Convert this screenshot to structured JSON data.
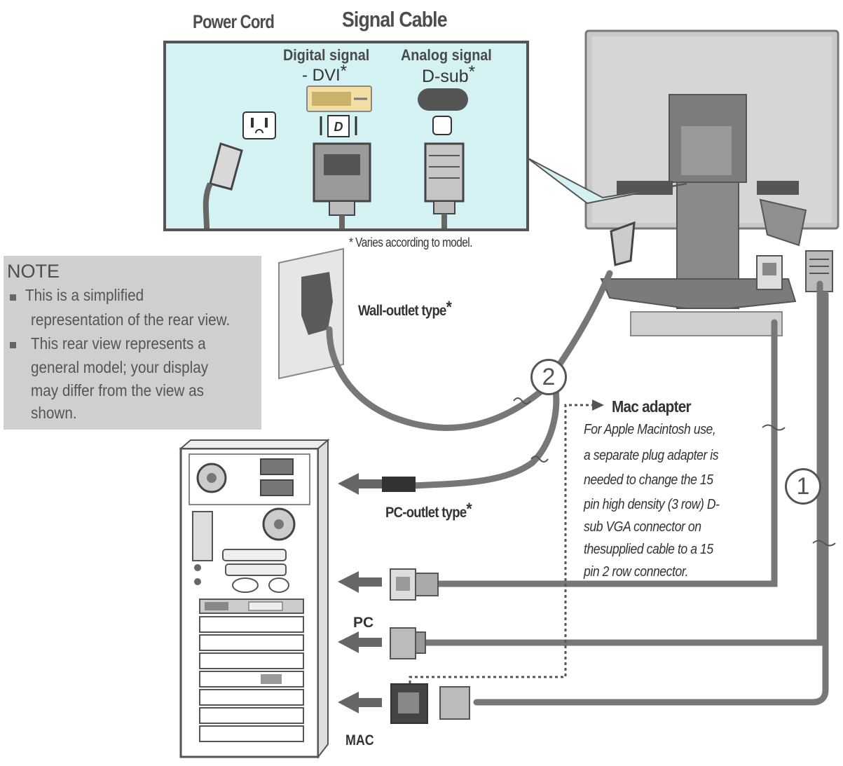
{
  "headings": {
    "power_cord": "Power Cord",
    "signal_cable": "Signal Cable"
  },
  "connectors": {
    "digital_line1": "Digital signal",
    "digital_line2": "- DVI",
    "analog_line1": "Analog signal",
    "analog_line2": "D-sub",
    "asterisk": "*"
  },
  "footnote": "* Varies according to model.",
  "note": {
    "title": "NOTE",
    "line1": "This is a simplified",
    "line2": "representation of the rear view.",
    "line3": "This rear view represents a",
    "line4": "general model; your display",
    "line5": "may differ from the view as",
    "line6": "shown."
  },
  "labels": {
    "wall_outlet": "Wall-outlet type",
    "pc_outlet": "PC-outlet type",
    "pc": "PC",
    "mac": "MAC"
  },
  "mac_adapter": {
    "title": "Mac adapter",
    "lines": [
      "For Apple Macintosh use,",
      "a separate plug adapter is",
      "needed to change the 15",
      "pin high density (3 row) D-",
      "sub VGA connector on",
      "thesupplied cable to a 15",
      "pin  2 row connector."
    ]
  },
  "callouts": {
    "one": "1",
    "two": "2"
  },
  "colors": {
    "panel_fill": "#d4f1f4",
    "panel_border": "#555555",
    "note_fill": "#cfcfcf",
    "cable": "#777777",
    "dvi_connector": "#f2dfa3"
  }
}
